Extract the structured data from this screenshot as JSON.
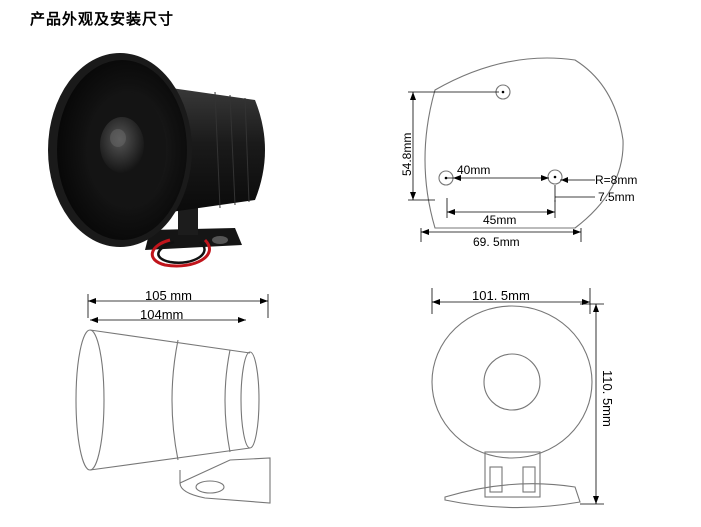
{
  "header": {
    "title": "产品外观及安装尺寸"
  },
  "front_dims": {
    "height": "54.8mm",
    "hole_spacing": "40mm",
    "radius": "R=8mm",
    "offset": "7.5mm",
    "bracket_width": "45mm",
    "base_width": "69. 5mm"
  },
  "side_dims": {
    "total_length": "105 mm",
    "body_length": "104mm"
  },
  "rear_dims": {
    "diameter": "101. 5mm",
    "total_height": "110. 5mm"
  }
}
